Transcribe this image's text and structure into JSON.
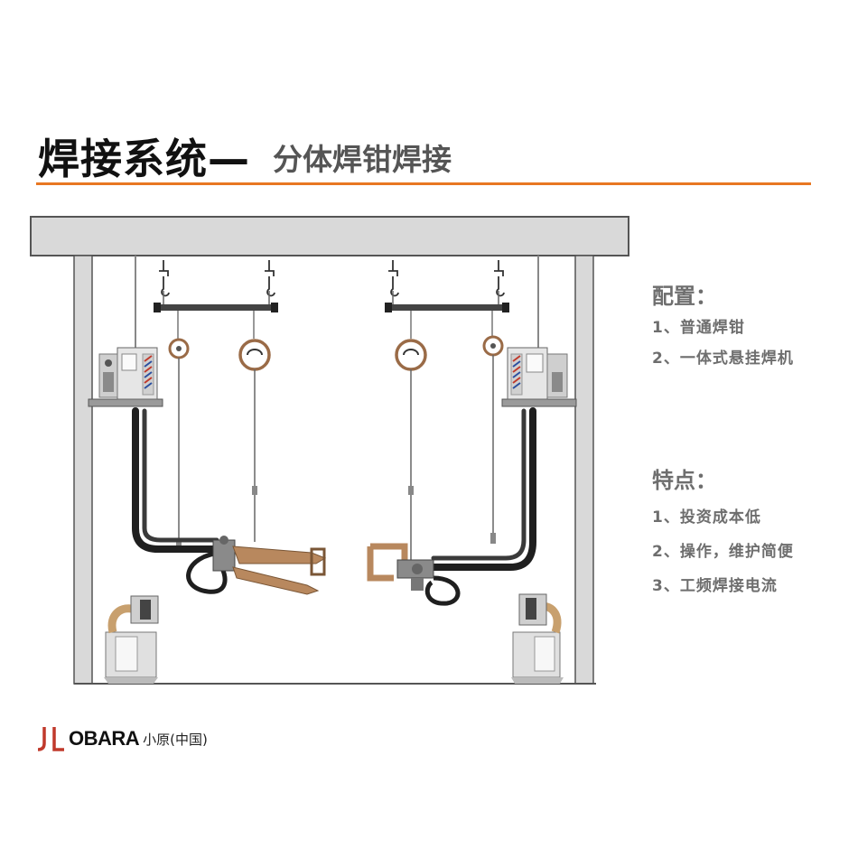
{
  "title": {
    "main": "焊接系统—",
    "sub": "分体焊钳焊接"
  },
  "colors": {
    "accent": "#e87722",
    "beam": "#d9d9d9",
    "copper": "#b8885e",
    "cable": "#1f1f1f",
    "text_grey": "#6e6e6e"
  },
  "config": {
    "heading": "配置：",
    "items": [
      "1、普通焊钳",
      "2、一体式悬挂焊机"
    ]
  },
  "features": {
    "heading": "特点：",
    "items": [
      "1、投资成本低",
      "2、操作，维护简便",
      "3、工频焊接电流"
    ]
  },
  "logo": {
    "mark": "JL",
    "brand": "OBARA",
    "cn": "小原(中国)"
  },
  "icons": [
    "balancer-icon",
    "welding-transformer-icon",
    "welding-gun-icon",
    "pedestal-welder-icon"
  ]
}
